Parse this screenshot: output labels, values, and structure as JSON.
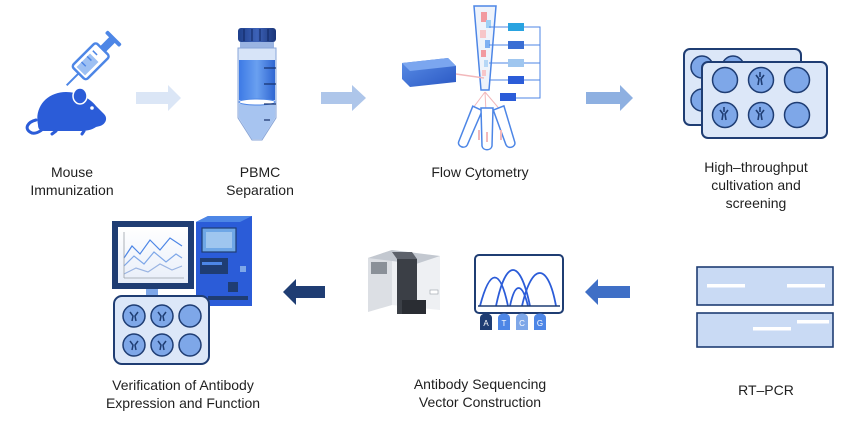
{
  "steps": [
    {
      "id": "mouse-immunization",
      "icon": "mouse-syringe-icon",
      "lines": [
        "Mouse",
        "Immunization"
      ]
    },
    {
      "id": "pbmc-separation",
      "icon": "centrifuge-tube-icon",
      "lines": [
        "PBMC",
        "Separation"
      ]
    },
    {
      "id": "flow-cytometry",
      "icon": "flow-cytometer-icon",
      "lines": [
        "Flow Cytometry"
      ]
    },
    {
      "id": "high-throughput",
      "icon": "well-plate-icon",
      "lines": [
        "High–throughput",
        "cultivation and",
        "screening"
      ]
    },
    {
      "id": "rt-pcr",
      "icon": "gel-electrophoresis-icon",
      "lines": [
        "RT–PCR"
      ]
    },
    {
      "id": "antibody-sequencing",
      "icon": "sequencer-chromatogram-icon",
      "lines": [
        "Antibody Sequencing",
        "Vector Construction"
      ]
    },
    {
      "id": "verification",
      "icon": "analyzer-workstation-icon",
      "lines": [
        "Verification of Antibody",
        "Expression and Function"
      ]
    }
  ],
  "dna_bases": [
    "A",
    "T",
    "C",
    "G"
  ],
  "colors": {
    "primary": "#2b5cd8",
    "arrow_light": "#c9d9f1",
    "arrow_mid": "#8fb1e2",
    "arrow_dark": "#1f3f78",
    "well_fill": "#7ea7e8",
    "plate_fill": "#dce7f8"
  }
}
